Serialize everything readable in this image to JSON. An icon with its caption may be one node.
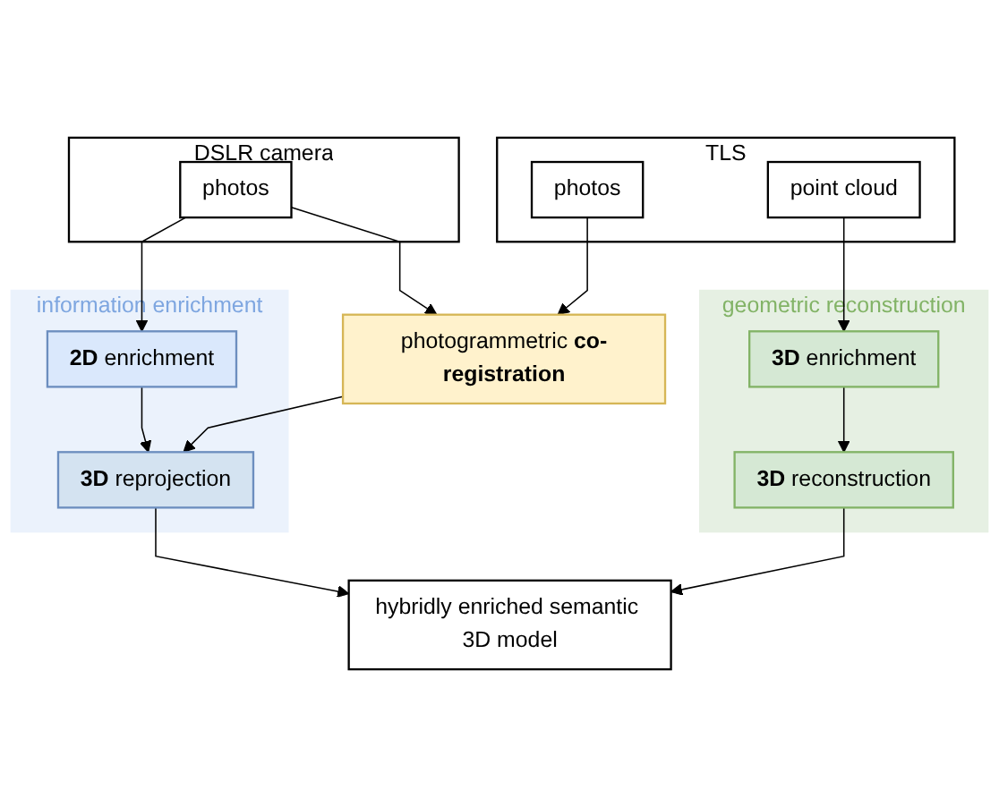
{
  "diagram": {
    "nodes": [
      {
        "text": [
          "DSLR camera"
        ]
      },
      {
        "text": [
          "photos"
        ],
        "in": 0
      },
      {
        "text": [
          "TLS"
        ]
      },
      {
        "text": [
          "photos"
        ],
        "in": 2
      },
      {
        "text": [
          "point cloud"
        ],
        "in": 2
      },
      {
        "text": [
          "photogrammetric **co-registration**"
        ]
      },
      {
        "text": [
          "information enrichment"
        ]
      },
      {
        "text": [
          "**2D** enrichment"
        ],
        "in": 6
      },
      {
        "text": [
          "**3D** reprojection"
        ],
        "in": 6
      },
      {
        "text": [
          "geometric reconstruction"
        ]
      },
      {
        "text": [
          "**3D** enrichment"
        ],
        "in": 9
      },
      {
        "text": [
          "**3D** reconstruction"
        ],
        "in": 9
      },
      {
        "text": [
          "hybridly enriched semantic 3D model"
        ]
      }
    ],
    "edges": [
      {
        "from": 1,
        "to": 5,
        "arrow": "to"
      },
      {
        "from": 3,
        "to": 5,
        "arrow": "to"
      },
      {
        "from": 1,
        "to": 7,
        "arrow": "to"
      },
      {
        "from": 4,
        "to": 10,
        "arrow": "to"
      },
      {
        "from": 7,
        "to": 8,
        "arrow": "to"
      },
      {
        "from": 5,
        "to": 8,
        "arrow": "to"
      },
      {
        "from": 10,
        "to": 11,
        "arrow": "to"
      },
      {
        "from": 8,
        "to": 12,
        "arrow": "to"
      },
      {
        "from": 11,
        "to": 12,
        "arrow": "to"
      }
    ]
  }
}
